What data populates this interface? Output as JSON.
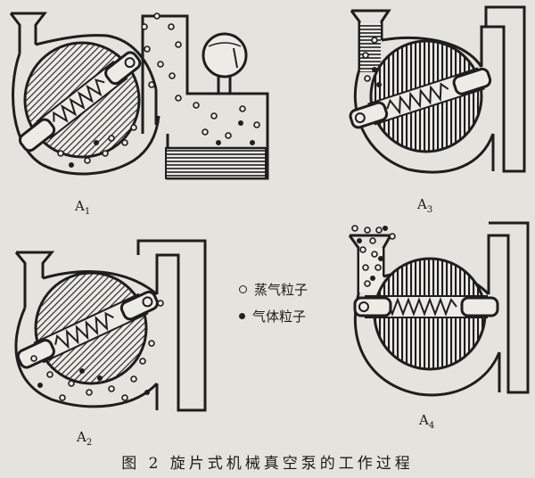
{
  "panels": [
    {
      "id": "A1",
      "main": "A",
      "sub": "1"
    },
    {
      "id": "A2",
      "main": "A",
      "sub": "2"
    },
    {
      "id": "A3",
      "main": "A",
      "sub": "3"
    },
    {
      "id": "A4",
      "main": "A",
      "sub": "4"
    }
  ],
  "legend": {
    "vapor_particle": "蒸气粒子",
    "gas_particle": "气体粒子"
  },
  "caption": "图 2  旋片式机械真空泵的工作过程"
}
